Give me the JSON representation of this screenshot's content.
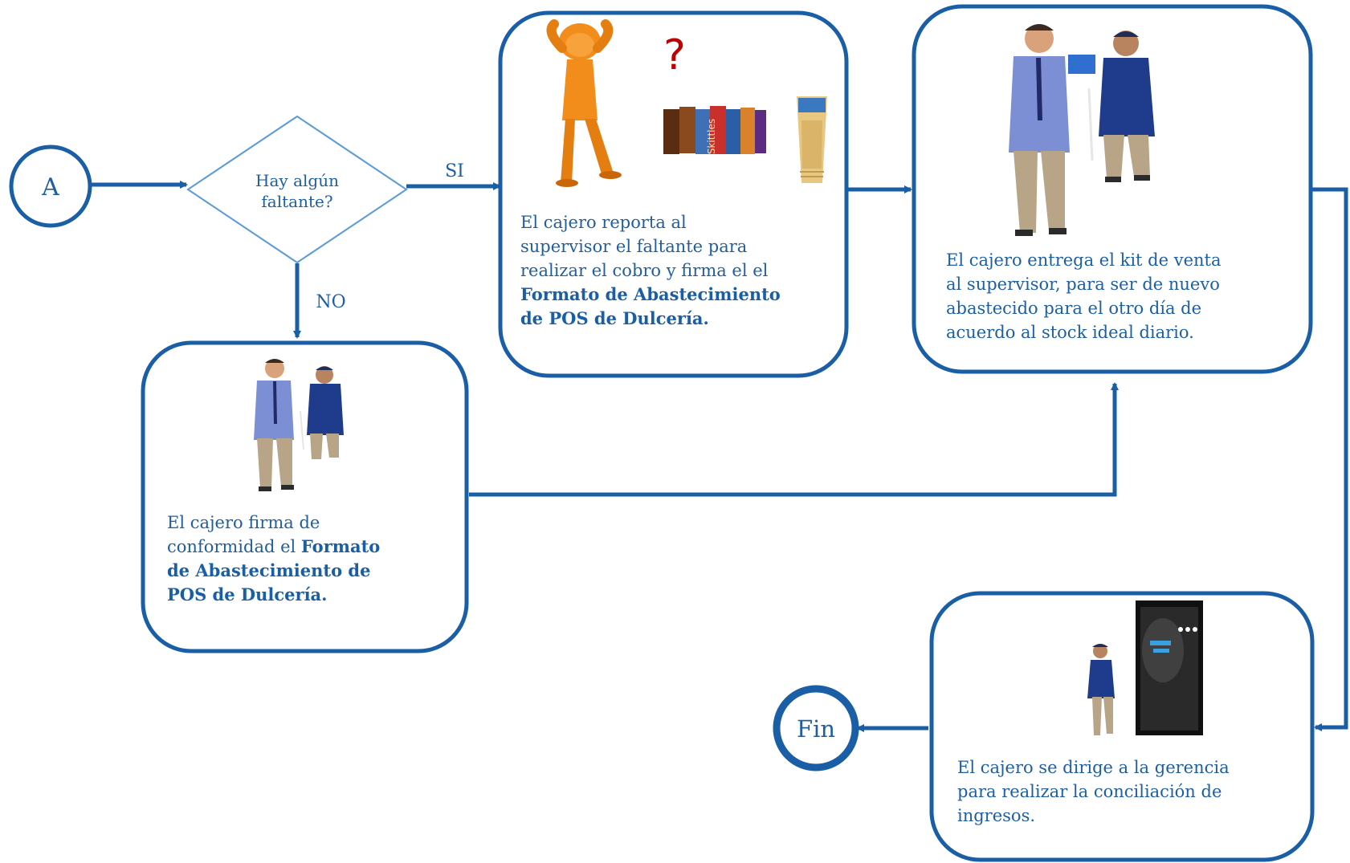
{
  "connectors": {
    "start": "A",
    "end": "Fin"
  },
  "decision": {
    "question_line1": "Hay algún",
    "question_line2": "faltante?",
    "yes_label": "SI",
    "no_label": "NO"
  },
  "boxes": {
    "report": {
      "line1": "El cajero reporta  al",
      "line2": "supervisor el faltante para",
      "line3": "realizar el cobro  y firma el el",
      "bold1": "Formato de Abastecimiento",
      "bold2": "de POS de Dulcería.",
      "question_mark": "?"
    },
    "deliver": {
      "line1": "El cajero  entrega el kit de venta",
      "line2": "al supervisor, para ser de nuevo",
      "line3": "abastecido para el otro día de",
      "line4": "acuerdo al stock ideal diario."
    },
    "sign": {
      "line1": "El cajero firma de",
      "line2": "conformidad el ",
      "bold2": "Formato",
      "bold3": "de Abastecimiento de",
      "bold4": "POS de Dulcería."
    },
    "manager": {
      "line1": "El cajero se  dirige  a la gerencia",
      "line2": "para realizar la conciliación de",
      "line3": "ingresos."
    }
  },
  "colors": {
    "stroke": "#1a5ea6",
    "text": "#1f5fa0",
    "question": "#c00000",
    "diamond": "#5b9bd5"
  }
}
